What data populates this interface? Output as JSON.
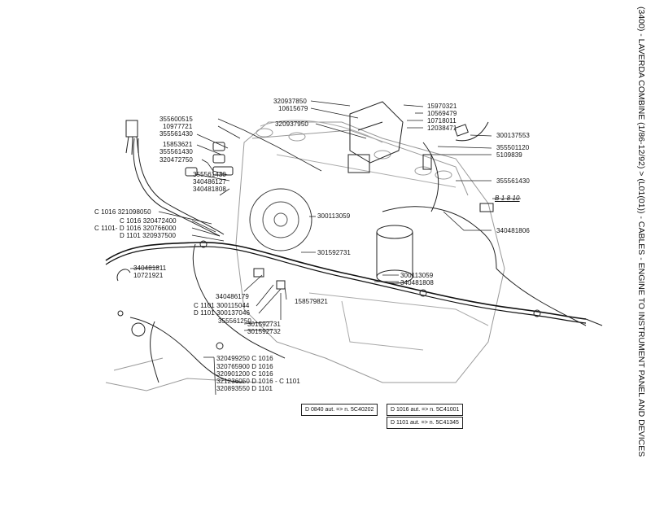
{
  "title": "(3400) - LAVERDA COMBINE (1/86-12/92) > (L01(01)) - CABLES - ENGINE TO INSTRUMENT PANEL AND DEVICES",
  "labels": {
    "p320937850": "320937850",
    "p10615679": "10615679",
    "p320937950": "320937950",
    "p355600515": "355600515",
    "p10977721": "10977721",
    "p355561430a": "355561430",
    "p15853621": "15853621",
    "p355561430b": "355561430",
    "p320472750": "320472750",
    "p355561430c": "355561430",
    "p340486127": "340486127",
    "p340481808a": "340481808",
    "c1016_320198050": "C 1016 321098050",
    "c1016_320472400": "C 1016 320472400",
    "c1101_d1016_320766000": "C 1101- D 1016 320766000",
    "d1101_320937500": "D 1101 320937500",
    "p15970321": "15970321",
    "p10569479": "10569479",
    "p10718011": "10718011",
    "p12038471": "12038471",
    "p300137553": "300137553",
    "p355501120": "355501120",
    "p5109839": "5109839",
    "p355561430d": "355561430",
    "b1810": "B 1 8 10",
    "p340481806a": "340481806",
    "p300113059a": "300113059",
    "p301592731a": "301592731",
    "p300113059b": "300113059",
    "p340481808b": "340481808",
    "p340481811": "340481811",
    "p10721921": "10721921",
    "p340486179": "340486179",
    "c1101_300115044": "C 1101 300115044",
    "d1101_300137046": "D 1101 300137046",
    "p355561250": "355561250",
    "p158579821": "158579821",
    "p301592731b": "301592731",
    "p301592732": "301592732",
    "r320499250": "320499250  C  1016",
    "r320765900": "320765900  D  1016",
    "r320901200": "320901200  C  1016",
    "r321236050": "321236050  D  1016 - C  1101",
    "r320893550": "320893550  D  1101"
  },
  "notes": {
    "d0840": "D 0840 aut. =>  n. 5C40202",
    "d1016": "D 1016 aut. =>  n. 5C41001",
    "d1101": "D 1101 aut. =>  n. 5C41345"
  }
}
